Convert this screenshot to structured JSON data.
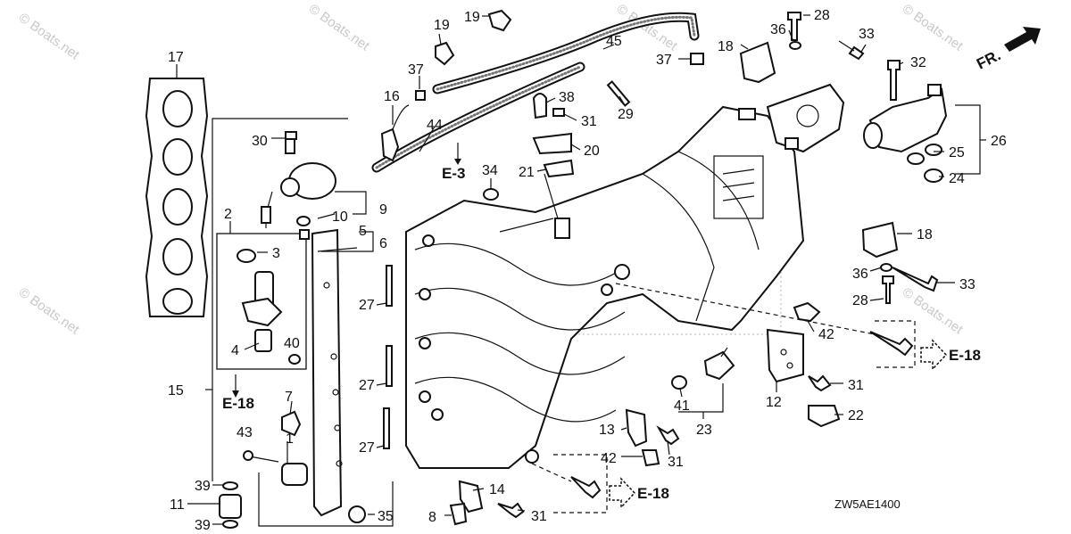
{
  "diagram": {
    "code": "ZW5AE1400",
    "front_label": "FR.",
    "watermark": "© Boats.net",
    "callouts": {
      "c1": "1",
      "c2": "2",
      "c3": "3",
      "c4": "4",
      "c5": "5",
      "c6": "6",
      "c7": "7",
      "c8": "8",
      "c9": "9",
      "c10": "10",
      "c11": "11",
      "c12": "12",
      "c13": "13",
      "c14": "14",
      "c15": "15",
      "c16": "16",
      "c17": "17",
      "c18a": "18",
      "c18b": "18",
      "c19a": "19",
      "c19b": "19",
      "c20": "20",
      "c21": "21",
      "c22": "22",
      "c23": "23",
      "c24": "24",
      "c25": "25",
      "c26": "26",
      "c27a": "27",
      "c27b": "27",
      "c27c": "27",
      "c28a": "28",
      "c28b": "28",
      "c29": "29",
      "c30": "30",
      "c31a": "31",
      "c31b": "31",
      "c31c": "31",
      "c31d": "31",
      "c32": "32",
      "c33a": "33",
      "c33b": "33",
      "c34": "34",
      "c35": "35",
      "c36a": "36",
      "c36b": "36",
      "c37a": "37",
      "c37b": "37",
      "c38": "38",
      "c39a": "39",
      "c39b": "39",
      "c40": "40",
      "c41": "41",
      "c42a": "42",
      "c42b": "42",
      "c43": "43",
      "c44": "44",
      "c45": "45"
    },
    "refs": {
      "e3": "E-3",
      "e18_left": "E-18",
      "e18_right": "E-18",
      "e18_bottom": "E-18"
    }
  }
}
